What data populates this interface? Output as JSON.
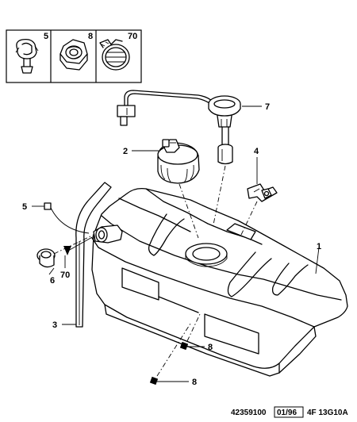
{
  "legend_boxes": [
    {
      "number": "5",
      "icon": "clip-fastener-icon"
    },
    {
      "number": "8",
      "icon": "hex-nut-icon"
    },
    {
      "number": "70",
      "icon": "hose-clamp-icon"
    }
  ],
  "callouts": {
    "c1": "1",
    "c2": "2",
    "c3": "3",
    "c4": "4",
    "c5": "5",
    "c6": "6",
    "c7": "7",
    "c8a": "8",
    "c8b": "8",
    "c70": "70"
  },
  "footer": {
    "ref": "42359100",
    "date": "01/96",
    "code": "4F 13G10A"
  }
}
